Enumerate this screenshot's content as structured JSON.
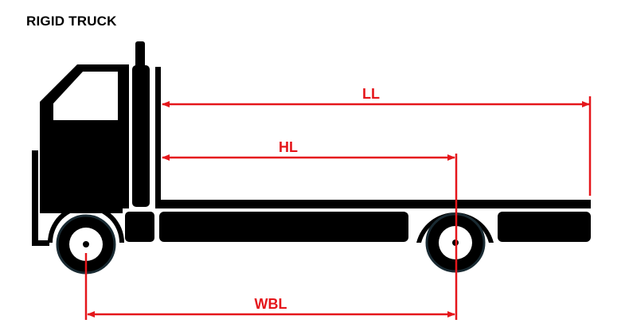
{
  "title": "RIGID TRUCK",
  "colors": {
    "truck": "#000000",
    "dimension": "#e5161b",
    "wheel_rim": "#ffffff",
    "outline": "#1a2b33"
  },
  "dimensions": {
    "ll": "LL",
    "hl": "HL",
    "wbl": "WBL"
  }
}
